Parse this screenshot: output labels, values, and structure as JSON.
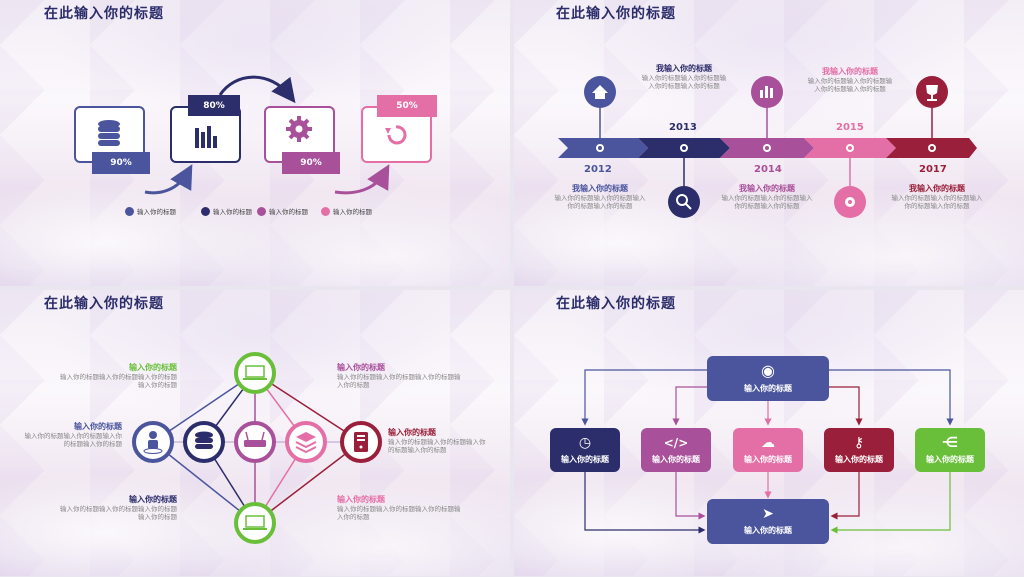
{
  "colors": {
    "navy": "#2c2d6b",
    "blue": "#4a559d",
    "purple": "#a8509a",
    "pink": "#e46fa6",
    "red": "#9a1f3a",
    "green": "#6abf3a"
  },
  "panel1": {
    "title": "在此输入你的标题",
    "cards": [
      {
        "icon": "database-icon",
        "badge": "90%"
      },
      {
        "icon": "bar-chart-icon",
        "badge": "80%"
      },
      {
        "icon": "gear-icon",
        "badge": "90%"
      },
      {
        "icon": "refresh-icon",
        "badge": "50%"
      }
    ],
    "legend": [
      "输入你的标题",
      "输入你的标题",
      "输入你的标题",
      "输入你的标题"
    ]
  },
  "panel2": {
    "title": "在此输入你的标题",
    "years": [
      "2012",
      "2013",
      "2014",
      "2015",
      "2017"
    ],
    "items": [
      {
        "head": "我输入你的标题",
        "body": "输入你的标题输入你的标题输入你的标题输入你的标题"
      },
      {
        "head": "我输入你的标题",
        "body": "输入你的标题输入你的标题输入你的标题输入你的标题"
      },
      {
        "head": "我输入你的标题",
        "body": "输入你的标题输入你的标题输入你的标题输入你的标题"
      },
      {
        "head": "我输入你的标题",
        "body": "输入你的标题输入你的标题输入你的标题输入你的标题"
      },
      {
        "head": "我输入你的标题",
        "body": "输入你的标题输入你的标题输入你的标题输入你的标题"
      }
    ]
  },
  "panel3": {
    "title": "在此输入你的标题",
    "labels": [
      {
        "head": "输入你的标题",
        "body": "输入你的标题输入你的标题输入你的标题输入你的标题"
      },
      {
        "head": "输入你的标题",
        "body": "输入你的标题输入你的标题输入你的标题输入你的标题"
      },
      {
        "head": "输入你的标题",
        "body": "输入你的标题输入你的标题输入你的标题输入你的标题"
      },
      {
        "head": "输入你的标题",
        "body": "输入你的标题输入你的标题输入你的标题输入你的标题"
      },
      {
        "head": "输入你的标题",
        "body": "输入你的标题输入你的标题输入你的标题输入你的标题"
      },
      {
        "head": "输入你的标题",
        "body": "输入你的标题输入你的标题输入你的标题输入你的标题"
      }
    ]
  },
  "panel4": {
    "title": "在此输入你的标题",
    "top": "输入你的标题",
    "middle": [
      "输入你的标题",
      "输入你的标题",
      "输入你的标题",
      "输入你的标题",
      "输入你的标题"
    ],
    "bottom": "输入你的标题"
  }
}
